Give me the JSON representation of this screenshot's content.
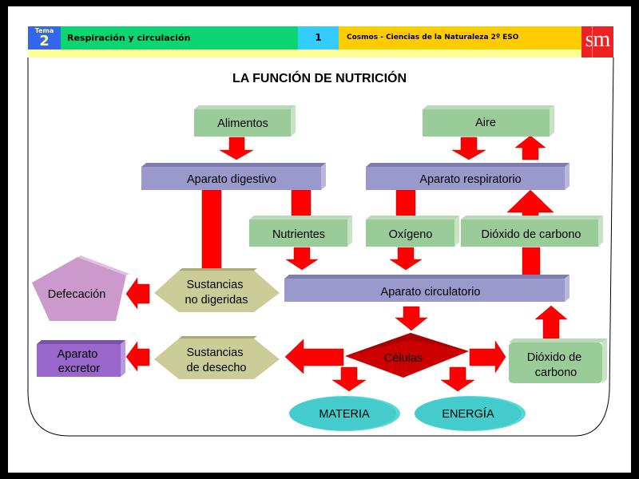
{
  "header": {
    "tema_label": "Tema",
    "tema_number": "2",
    "unit_title": "Respiración y circulación",
    "page_number": "1",
    "course": "Cosmos - Ciencias de la Naturaleza 2º ESO",
    "publisher_logo": "sm"
  },
  "colors": {
    "tema_bg": "#3366ee",
    "title_bg": "#0bd672",
    "page_bg": "#33ccff",
    "course_bg": "#ffcc00",
    "subbar_bg": "#ffff99",
    "logo_bg": "#ee2222",
    "arrow": "#ff0000",
    "green_box": "#99cc99",
    "blue_box": "#9999cc",
    "khaki_hex": "#cccc99",
    "pentagon": "#cc99cc",
    "purple_box": "#9966cc",
    "diamond": "#cc0000",
    "ellipse": "#44cccc"
  },
  "diagram": {
    "title": "LA FUNCIÓN DE NUTRICIÓN",
    "nodes": {
      "alimentos": "Alimentos",
      "aire": "Aire",
      "aparato_digestivo": "Aparato digestivo",
      "aparato_respiratorio": "Aparato respiratorio",
      "nutrientes": "Nutrientes",
      "oxigeno": "Oxígeno",
      "dioxido_top": "Dióxido de carbono",
      "defecacion": "Defecación",
      "sustancias_no_digeridas": [
        "Sustancias",
        "no digeridas"
      ],
      "aparato_circulatorio": "Aparato circulatorio",
      "aparato_excretor": [
        "Aparato",
        "excretor"
      ],
      "sustancias_desecho": [
        "Sustancias",
        "de desecho"
      ],
      "celulas": "Células",
      "dioxido_bottom": [
        "Dióxido de",
        "carbono"
      ],
      "materia": "MATERIA",
      "energia": "ENERGÍA"
    }
  }
}
